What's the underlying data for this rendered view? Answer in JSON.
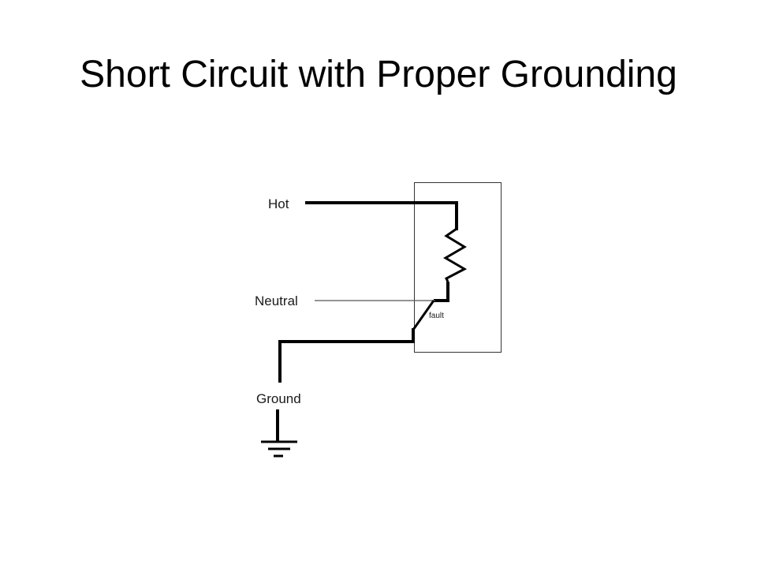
{
  "title": "Short Circuit with Proper Grounding",
  "labels": {
    "hot": "Hot",
    "neutral": "Neutral",
    "ground": "Ground",
    "fault": "fault"
  },
  "colors": {
    "wire": "#000000",
    "neutral_wire": "#555555",
    "box_border": "#333333",
    "text": "#1a1a1a"
  }
}
